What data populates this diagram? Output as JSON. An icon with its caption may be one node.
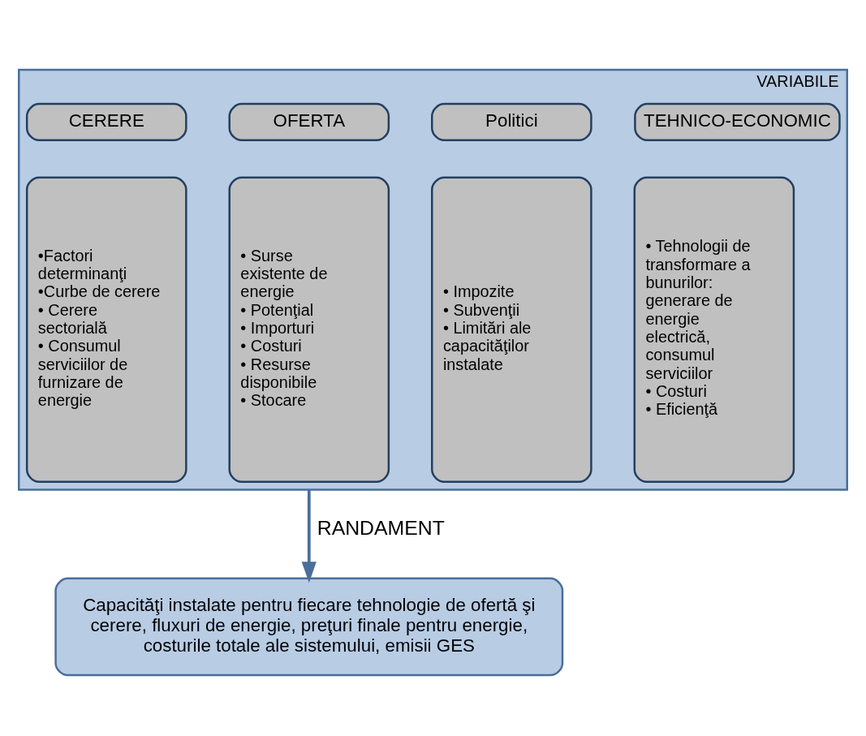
{
  "diagram": {
    "nodes": [
      {
        "text": [
          "VARIABILE"
        ]
      },
      {
        "text": [
          "CERERE"
        ],
        "in": 0
      },
      {
        "text": [
          "OFERTA"
        ],
        "in": 0
      },
      {
        "text": [
          "Politici"
        ],
        "in": 0
      },
      {
        "text": [
          "TEHNICO-ECONOMIC"
        ],
        "in": 0
      },
      {
        "text": [
          "•Factori determinanţi",
          "•Curbe de cerere",
          "• Cerere sectorială",
          "• Consumul serviciilor de furnizare de energie"
        ],
        "in": 0
      },
      {
        "text": [
          "• Surse existente de energie",
          "• Potenţial",
          "• Importuri",
          "• Costuri",
          "• Resurse disponibile",
          "• Stocare"
        ],
        "in": 0
      },
      {
        "text": [
          "• Impozite",
          "• Subvenţii",
          "• Limitări ale capacităţilor instalate"
        ],
        "in": 0
      },
      {
        "text": [
          "• Tehnologii de transformare a bunurilor: generare de energie electrică, consumul serviciilor",
          "• Costuri",
          "• Eficienţă"
        ],
        "in": 0
      },
      {
        "text": [
          "Capacităţi instalate pentru fiecare tehnologie de ofertă şi cerere, fluxuri de energie, preţuri finale pentru energie, costurile totale ale sistemului, emisii GES"
        ]
      }
    ],
    "edges": [
      {
        "from": 0,
        "to": 9,
        "arrow": "to",
        "label": "RANDAMENT"
      }
    ]
  }
}
